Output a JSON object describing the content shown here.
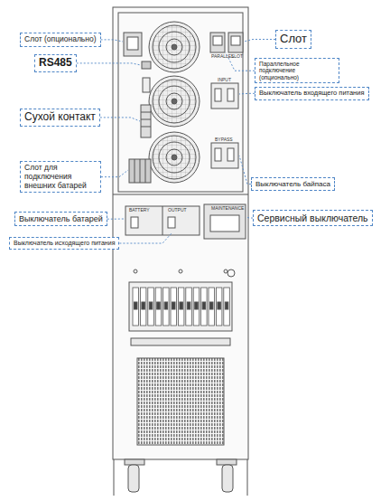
{
  "diagram": {
    "nodes": [
      {
        "text": [
          "Слот (опционально)"
        ]
      },
      {
        "text": [
          "Слот"
        ]
      },
      {
        "text": [
          "RS485"
        ]
      },
      {
        "text": [
          "Параллельное подключение (опционально)"
        ]
      },
      {
        "text": [
          "Выключатель входящего питания"
        ]
      },
      {
        "text": [
          "Сухой контакт"
        ]
      },
      {
        "text": [
          "Слот для подключения внешних батарей"
        ]
      },
      {
        "text": [
          "Выключатель байпаса"
        ]
      },
      {
        "text": [
          "Выключатель батарей"
        ]
      },
      {
        "text": [
          "Сервисный выключатель"
        ]
      },
      {
        "text": [
          "Выключатель исходящего питания"
        ]
      }
    ],
    "labels": [
      "PARALLEL",
      "SLOT",
      "INPUT",
      "BYPASS",
      "BATTERY",
      "OUTPUT",
      "MAINTENANCE"
    ]
  }
}
